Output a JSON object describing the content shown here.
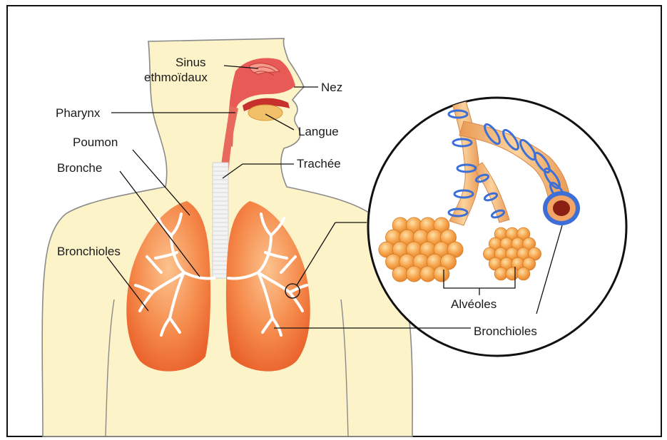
{
  "labels": {
    "sinus_line1": "Sinus",
    "sinus_line2": "ethmoïdaux",
    "nez": "Nez",
    "pharynx": "Pharynx",
    "langue": "Langue",
    "poumon": "Poumon",
    "bronche": "Bronche",
    "trachee": "Trachée",
    "bronchioles_left": "Bronchioles",
    "alveoles": "Alvéoles",
    "bronchioles_right": "Bronchioles"
  },
  "colors": {
    "skin": "#fdf3c9",
    "outline": "#8a8a8a",
    "lung_outer": "#f07a3a",
    "lung_inner": "#f9a46a",
    "bronchi_tree": "#ffffff",
    "airway_red": "#e85a55",
    "tube_orange": "#f5b06b",
    "tube_ring_blue": "#3d6fd6",
    "alveoli": "#f5a54a",
    "frame": "#111111"
  }
}
